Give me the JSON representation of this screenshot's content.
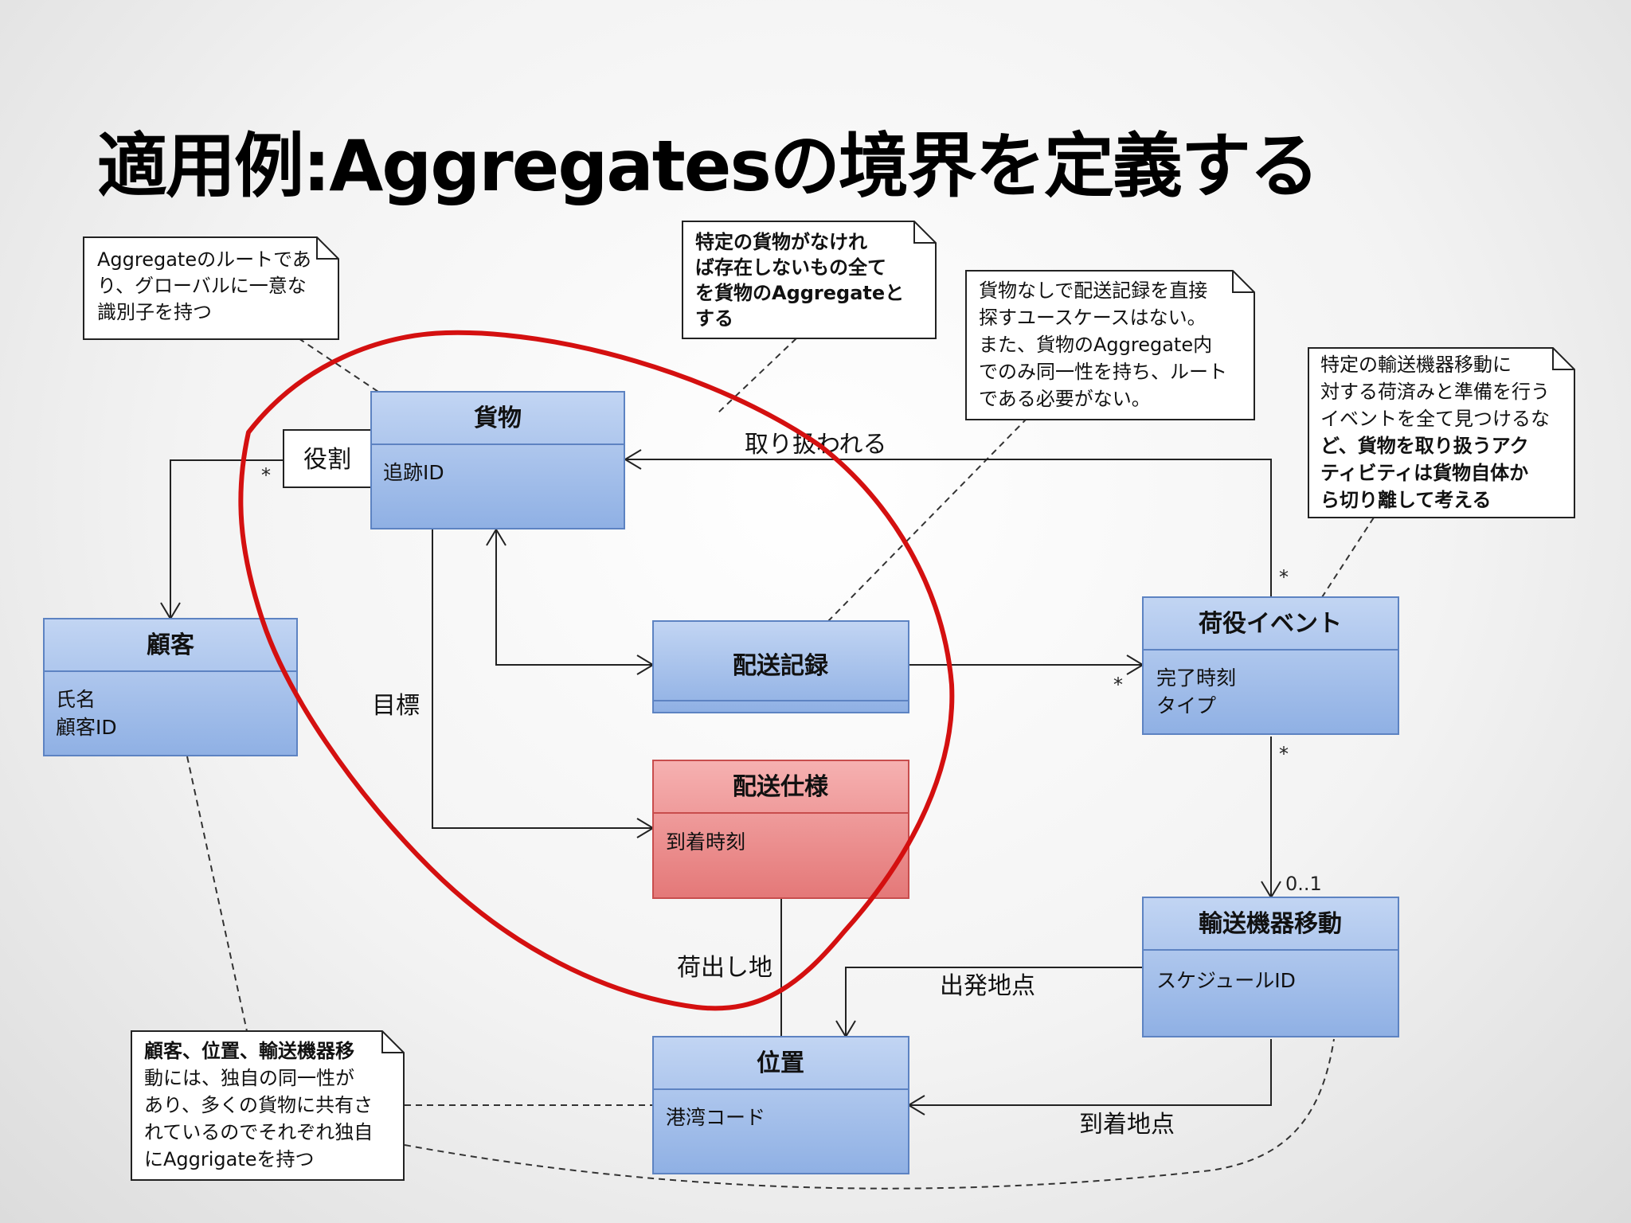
{
  "title": "適用例:Aggregatesの境界を定義する",
  "classes": {
    "cargo": {
      "name": "貨物",
      "attrs": [
        "追跡ID"
      ]
    },
    "customer": {
      "name": "顧客",
      "attrs": [
        "氏名",
        "顧客ID"
      ]
    },
    "delivery_history": {
      "name": "配送記録",
      "attrs": []
    },
    "delivery_spec": {
      "name": "配送仕様",
      "attrs": [
        "到着時刻"
      ]
    },
    "handling_event": {
      "name": "荷役イベント",
      "attrs": [
        "完了時刻",
        "タイプ"
      ]
    },
    "carrier_movement": {
      "name": "輸送機器移動",
      "attrs": [
        "スケジュールID"
      ]
    },
    "location": {
      "name": "位置",
      "attrs": [
        "港湾コード"
      ]
    }
  },
  "labels": {
    "role": "役割",
    "handled": "取り扱われる",
    "goal": "目標",
    "origin": "荷出し地",
    "departure": "出発地点",
    "arrival": "到着地点"
  },
  "multiplicities": {
    "customer_role": "*",
    "event_top": "*",
    "event_from_history": "*",
    "event_bottom": "*",
    "movement": "0..1"
  },
  "notes": {
    "root": [
      "Aggregateのルートであ",
      "り、グローバルに一意な",
      "識別子を持つ"
    ],
    "cargo_aggregate": [
      "特定の貨物がなけれ",
      "ば存在しないもの全て",
      "を貨物のAggregateと",
      "する"
    ],
    "history": [
      "貨物なしで配送記録を直接",
      "探すユースケースはない。",
      "また、貨物のAggregate内",
      "でのみ同一性を持ち、ルート",
      "である必要がない。"
    ],
    "event": [
      "特定の輸送機器移動に",
      "対する荷済みと準備を行う",
      "イベントを全て見つけるな",
      "ど、貨物を取り扱うアク",
      "ティビティは貨物自体か",
      "ら切り離して考える"
    ],
    "independent": [
      "顧客、位置、輸送機器移",
      "動には、独自の同一性が",
      "あり、多くの貨物に共有さ",
      "れているのでそれぞれ独自",
      "にAggrigateを持つ"
    ]
  },
  "colors": {
    "class_fill": "#a9c3ec",
    "class_border": "#5d83c2",
    "highlight_fill": "#ee8f8f",
    "highlight_border": "#c84d4d",
    "boundary": "#d41010"
  }
}
